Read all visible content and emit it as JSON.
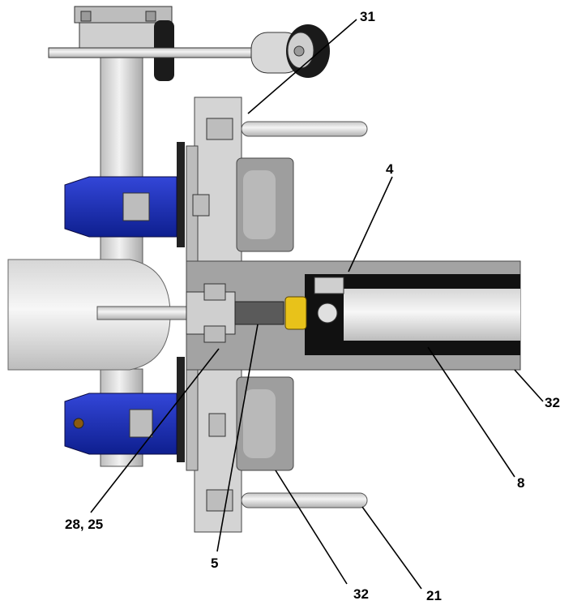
{
  "colors": {
    "background": "#ffffff",
    "steel": "#c9c9c9",
    "steel_dark": "#8f8f8f",
    "bracket_blue": "#1c2fb8",
    "fitting_yellow": "#e8c21a",
    "outline": "#000000"
  },
  "callouts": [
    {
      "id": "31",
      "label": "31"
    },
    {
      "id": "4",
      "label": "4"
    },
    {
      "id": "32-right",
      "label": "32"
    },
    {
      "id": "8",
      "label": "8"
    },
    {
      "id": "28-25",
      "label": "28, 25"
    },
    {
      "id": "5",
      "label": "5"
    },
    {
      "id": "32-bottom",
      "label": "32"
    },
    {
      "id": "21",
      "label": "21"
    }
  ]
}
